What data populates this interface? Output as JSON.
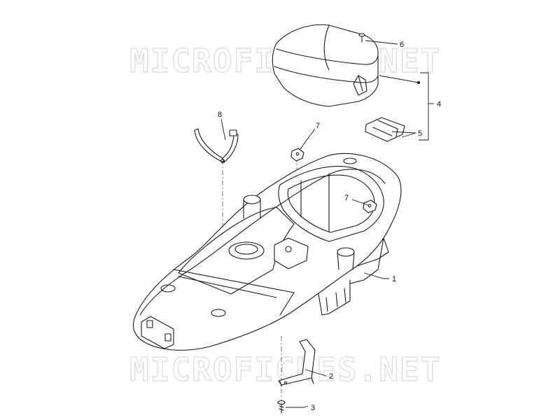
{
  "watermark": {
    "text": "MICROFICHES.NET"
  },
  "callouts": {
    "c1": "1",
    "c2": "2",
    "c3": "3",
    "c4": "4",
    "c5": "5",
    "c6": "6",
    "c7a": "7",
    "c7b": "7",
    "c8": "8"
  }
}
